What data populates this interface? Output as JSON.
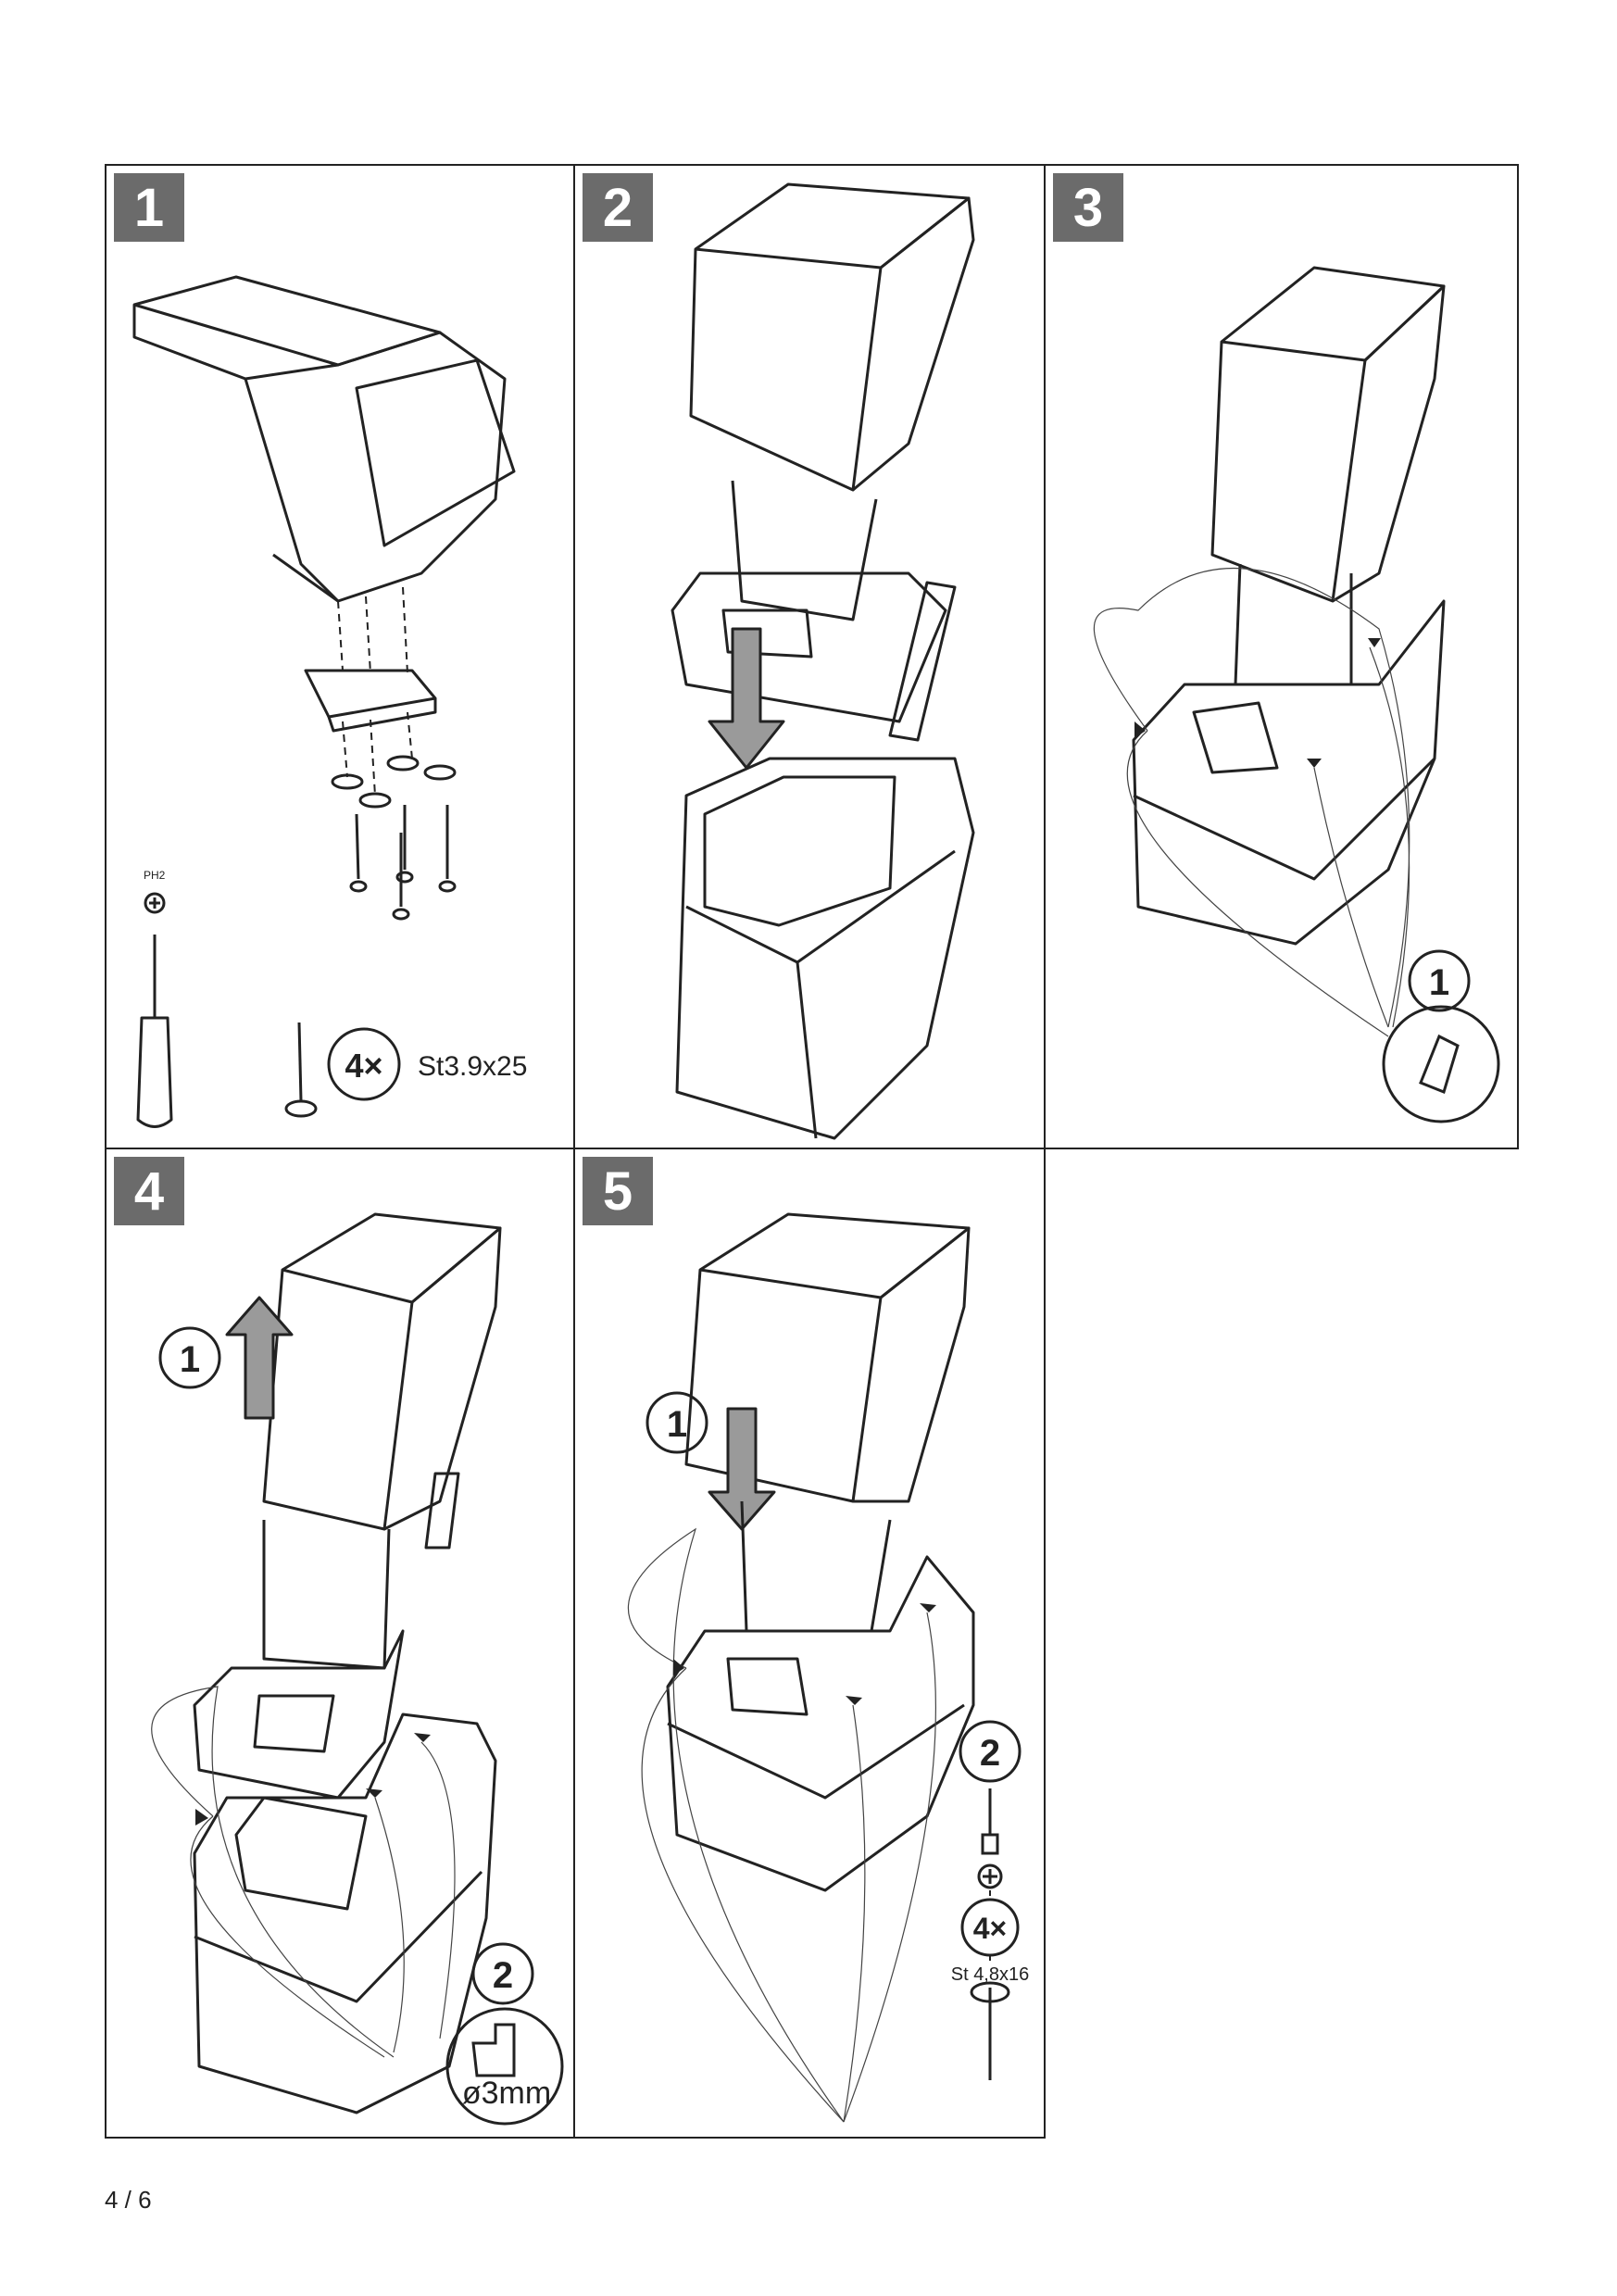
{
  "steps": [
    {
      "number": "1"
    },
    {
      "number": "2"
    },
    {
      "number": "3"
    },
    {
      "number": "4"
    },
    {
      "number": "5"
    }
  ],
  "step1": {
    "tool_label": "PH2",
    "quantity": "4×",
    "screw_spec": "St3.9x25"
  },
  "step3": {
    "callout_1": "1"
  },
  "step4": {
    "callout_1": "1",
    "callout_2": "2",
    "drill_size": "ø3mm"
  },
  "step5": {
    "callout_1": "1",
    "callout_2": "2",
    "quantity": "4×",
    "screw_spec": "St 4,8x16"
  },
  "page_number": "4 / 6"
}
